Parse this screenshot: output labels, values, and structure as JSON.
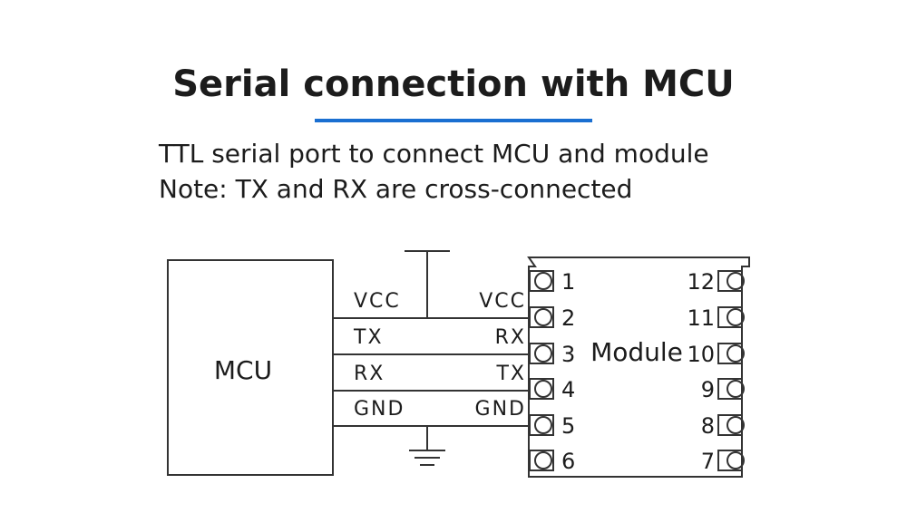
{
  "title": "Serial connection with MCU",
  "subtitle_lines": [
    "TTL serial port to connect MCU and module",
    "Note: TX and RX are cross-connected"
  ],
  "mcu_label": "MCU",
  "module_label": "Module",
  "wires": [
    {
      "mcu_side": "VCC",
      "module_side": "VCC"
    },
    {
      "mcu_side": "TX",
      "module_side": "RX"
    },
    {
      "mcu_side": "RX",
      "module_side": "TX"
    },
    {
      "mcu_side": "GND",
      "module_side": "GND"
    }
  ],
  "left_pins": [
    "1",
    "2",
    "3",
    "4",
    "5",
    "6"
  ],
  "right_pins": [
    "12",
    "11",
    "10",
    "9",
    "8",
    "7"
  ],
  "colors": {
    "accent": "#1a6fd1",
    "ink": "#1c1c1c"
  }
}
